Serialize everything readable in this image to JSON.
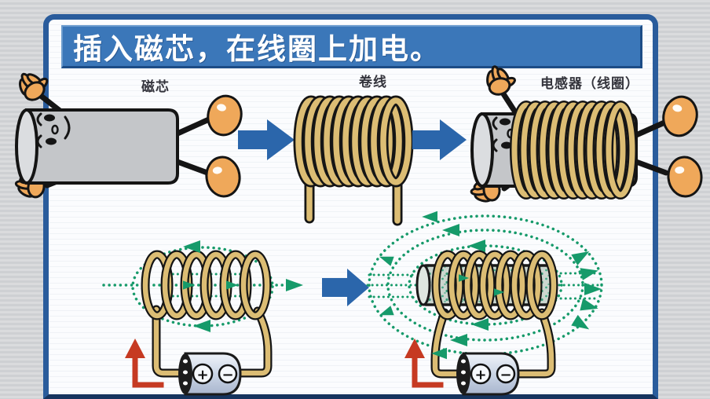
{
  "palette": {
    "page-bg": "#d3d5d7",
    "frame-blue": "#2a5c9c",
    "navy-bar": "#16345e",
    "title-blue": "#3b77b9",
    "title-text": "#ffffff",
    "arrow-blue": "#2b66ab",
    "coil-gold": "#dcbd74",
    "core-gray": "#c4c6c9",
    "hand-orange": "#efa85a",
    "field-green": "#169a6a",
    "accent-red": "#c63a22",
    "battery-blue": "#c7d2e3",
    "label-text": "#34343c"
  },
  "title": {
    "text": "插入磁芯，在线圈上加电。"
  },
  "stages": {
    "core_label": "磁芯",
    "coil_label": "卷线",
    "inductor_label": "电感器（线圈）"
  },
  "battery": {
    "plus": "+",
    "minus": "−"
  }
}
